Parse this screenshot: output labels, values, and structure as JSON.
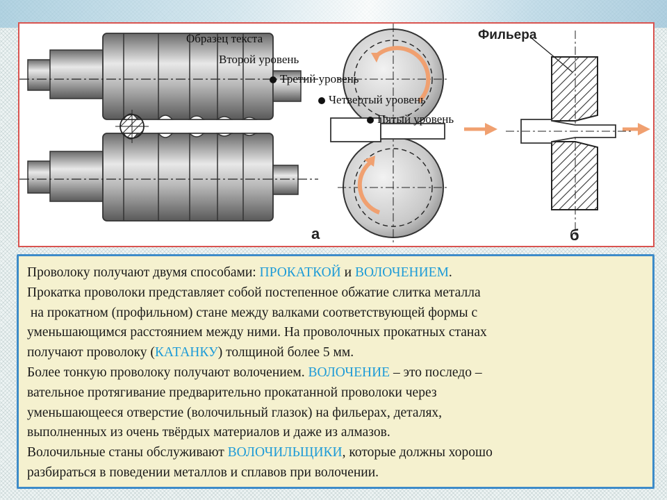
{
  "placeholder": {
    "level1": "Образец текста",
    "level2": "Второй уровень",
    "level3": "Третий уровень",
    "level4": "Четвертый уровень",
    "level5": "Пятый уровень"
  },
  "figure": {
    "filiera_label": "Фильера",
    "label_a": "а",
    "label_b": "б",
    "colors": {
      "arrow": "#f0a070",
      "frame": "#d9534f",
      "hatch": "#333333"
    }
  },
  "text": {
    "l1_a": "Проволоку получают двумя способами: ",
    "l1_hl1": "ПРОКАТКОЙ",
    "l1_b": " и ",
    "l1_hl2": "ВОЛОЧЕНИЕМ",
    "l1_c": ".",
    "l2": "Прокатка проволоки представляет собой постепенное обжатие слитка металла",
    "l3": " на прокатном (профильном) стане между валками соответствующей формы с",
    "l4": "уменьшающимся расстоянием между ними. На проволочных прокатных станах",
    "l5_a": "получают проволоку (",
    "l5_hl": "КАТАНКУ",
    "l5_b": ") толщиной более 5 мм.",
    "l6_a": "Более тонкую проволоку получают волочением. ",
    "l6_hl": "ВОЛОЧЕНИЕ",
    "l6_b": " – это последо –",
    "l7": "вательное протягивание предварительно прокатанной проволоки через",
    "l8": "уменьшающееся отверстие (волочильный глазок) на фильерах, деталях,",
    "l9": "выполненных из очень твёрдых материалов и даже из алмазов.",
    "l10_a": "Волочильные станы обслуживают ",
    "l10_hl": "ВОЛОЧИЛЬЩИКИ",
    "l10_b": ", которые должны хорошо",
    "l11": "разбираться в поведении металлов и сплавов при волочении.",
    "highlight_color": "#1e9bd7",
    "box_border_color": "#3d8bc9",
    "box_fill_color": "#f5f1cf"
  }
}
